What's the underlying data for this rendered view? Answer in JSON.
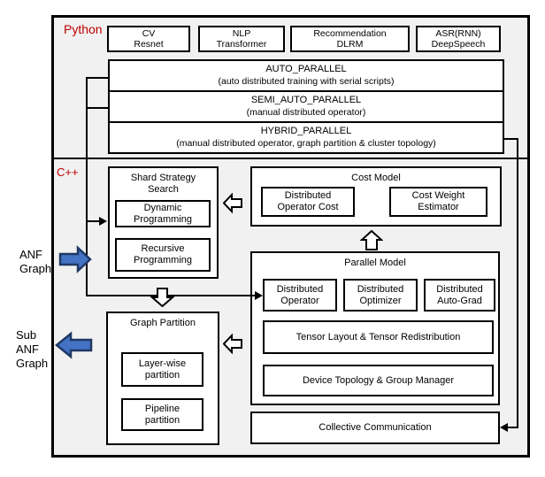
{
  "diagram": {
    "python_label": "Python",
    "cpp_label": "C++",
    "input_label": "ANF\nGraph",
    "output_label": "Sub\nANF\nGraph"
  },
  "app_boxes": [
    {
      "line1": "CV",
      "line2": "Resnet"
    },
    {
      "line1": "NLP",
      "line2": "Transformer"
    },
    {
      "line1": "Recommendation",
      "line2": "DLRM"
    },
    {
      "line1": "ASR(RNN)",
      "line2": "DeepSpeech"
    }
  ],
  "bars": [
    {
      "title": "AUTO_PARALLEL",
      "subtitle": "(auto distributed training with serial scripts)"
    },
    {
      "title": "SEMI_AUTO_PARALLEL",
      "subtitle": "(manual distributed operator)"
    },
    {
      "title": "HYBRID_PARALLEL",
      "subtitle": "(manual distributed operator, graph partition & cluster topology)"
    }
  ],
  "shard_strategy": {
    "title": "Shard Strategy Search",
    "items": [
      "Dynamic Programming",
      "Recursive Programming"
    ]
  },
  "cost_model": {
    "title": "Cost Model",
    "items": [
      "Distributed Operator Cost",
      "Cost Weight Estimator"
    ]
  },
  "parallel_model": {
    "title": "Parallel Model",
    "items": [
      "Distributed Operator",
      "Distributed Optimizer",
      "Distributed Auto-Grad"
    ],
    "wide_items": [
      "Tensor Layout & Tensor Redistribution",
      "Device Topology & Group Manager"
    ]
  },
  "graph_partition": {
    "title": "Graph Partition",
    "items": [
      "Layer-wise partition",
      "Pipeline partition"
    ]
  },
  "collective_communication_label": "Collective Communication",
  "colors": {
    "accent_red": "#c00000",
    "arrow_blue": "#4472c4",
    "line_black": "#000000",
    "panel_gray": "#f1f1f1"
  }
}
